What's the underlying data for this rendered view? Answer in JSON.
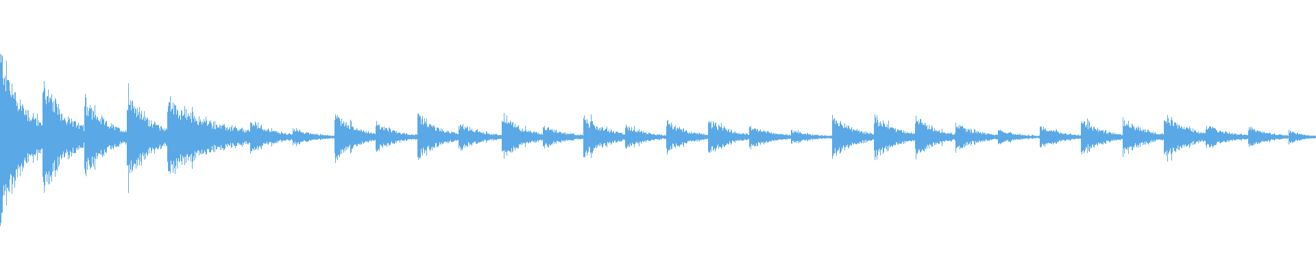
{
  "waveform": {
    "color": "#5aa9e6",
    "background": "#ffffff",
    "onset_times_fraction": [
      0.0,
      0.032,
      0.064,
      0.096,
      0.127,
      0.19,
      0.222,
      0.254,
      0.285,
      0.317,
      0.348,
      0.381,
      0.412,
      0.443,
      0.475,
      0.506,
      0.538,
      0.569,
      0.601,
      0.632,
      0.664,
      0.695,
      0.726,
      0.758,
      0.79,
      0.821,
      0.853,
      0.884,
      0.916,
      0.948,
      0.979
    ],
    "onset_peak_amplitude": [
      1.0,
      0.68,
      0.44,
      0.56,
      0.44,
      0.2,
      0.1,
      0.28,
      0.16,
      0.26,
      0.16,
      0.26,
      0.14,
      0.24,
      0.14,
      0.18,
      0.2,
      0.14,
      0.08,
      0.24,
      0.26,
      0.24,
      0.16,
      0.08,
      0.14,
      0.2,
      0.22,
      0.28,
      0.14,
      0.12,
      0.08
    ]
  }
}
